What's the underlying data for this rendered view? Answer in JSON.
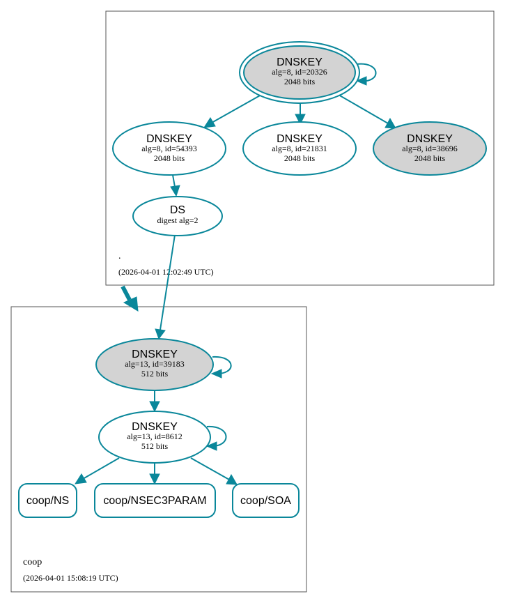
{
  "colors": {
    "edge": "#0a879a",
    "ksk_fill": "#d3d3d3",
    "plain_fill": "#ffffff",
    "zone_border": "#555555"
  },
  "zones": {
    "root": {
      "label": ".",
      "timestamp": "(2026-04-01 12:02:49 UTC)"
    },
    "coop": {
      "label": "coop",
      "timestamp": "(2026-04-01 15:08:19 UTC)"
    }
  },
  "nodes": {
    "root_ksk": {
      "title": "DNSKEY",
      "line1": "alg=8, id=20326",
      "line2": "2048 bits"
    },
    "root_zsk1": {
      "title": "DNSKEY",
      "line1": "alg=8, id=54393",
      "line2": "2048 bits"
    },
    "root_zsk2": {
      "title": "DNSKEY",
      "line1": "alg=8, id=21831",
      "line2": "2048 bits"
    },
    "root_zsk3": {
      "title": "DNSKEY",
      "line1": "alg=8, id=38696",
      "line2": "2048 bits"
    },
    "ds": {
      "title": "DS",
      "line1": "digest alg=2"
    },
    "coop_ksk": {
      "title": "DNSKEY",
      "line1": "alg=13, id=39183",
      "line2": "512 bits"
    },
    "coop_zsk": {
      "title": "DNSKEY",
      "line1": "alg=13, id=8612",
      "line2": "512 bits"
    },
    "rr_ns": {
      "label": "coop/NS"
    },
    "rr_nsec3param": {
      "label": "coop/NSEC3PARAM"
    },
    "rr_soa": {
      "label": "coop/SOA"
    }
  }
}
